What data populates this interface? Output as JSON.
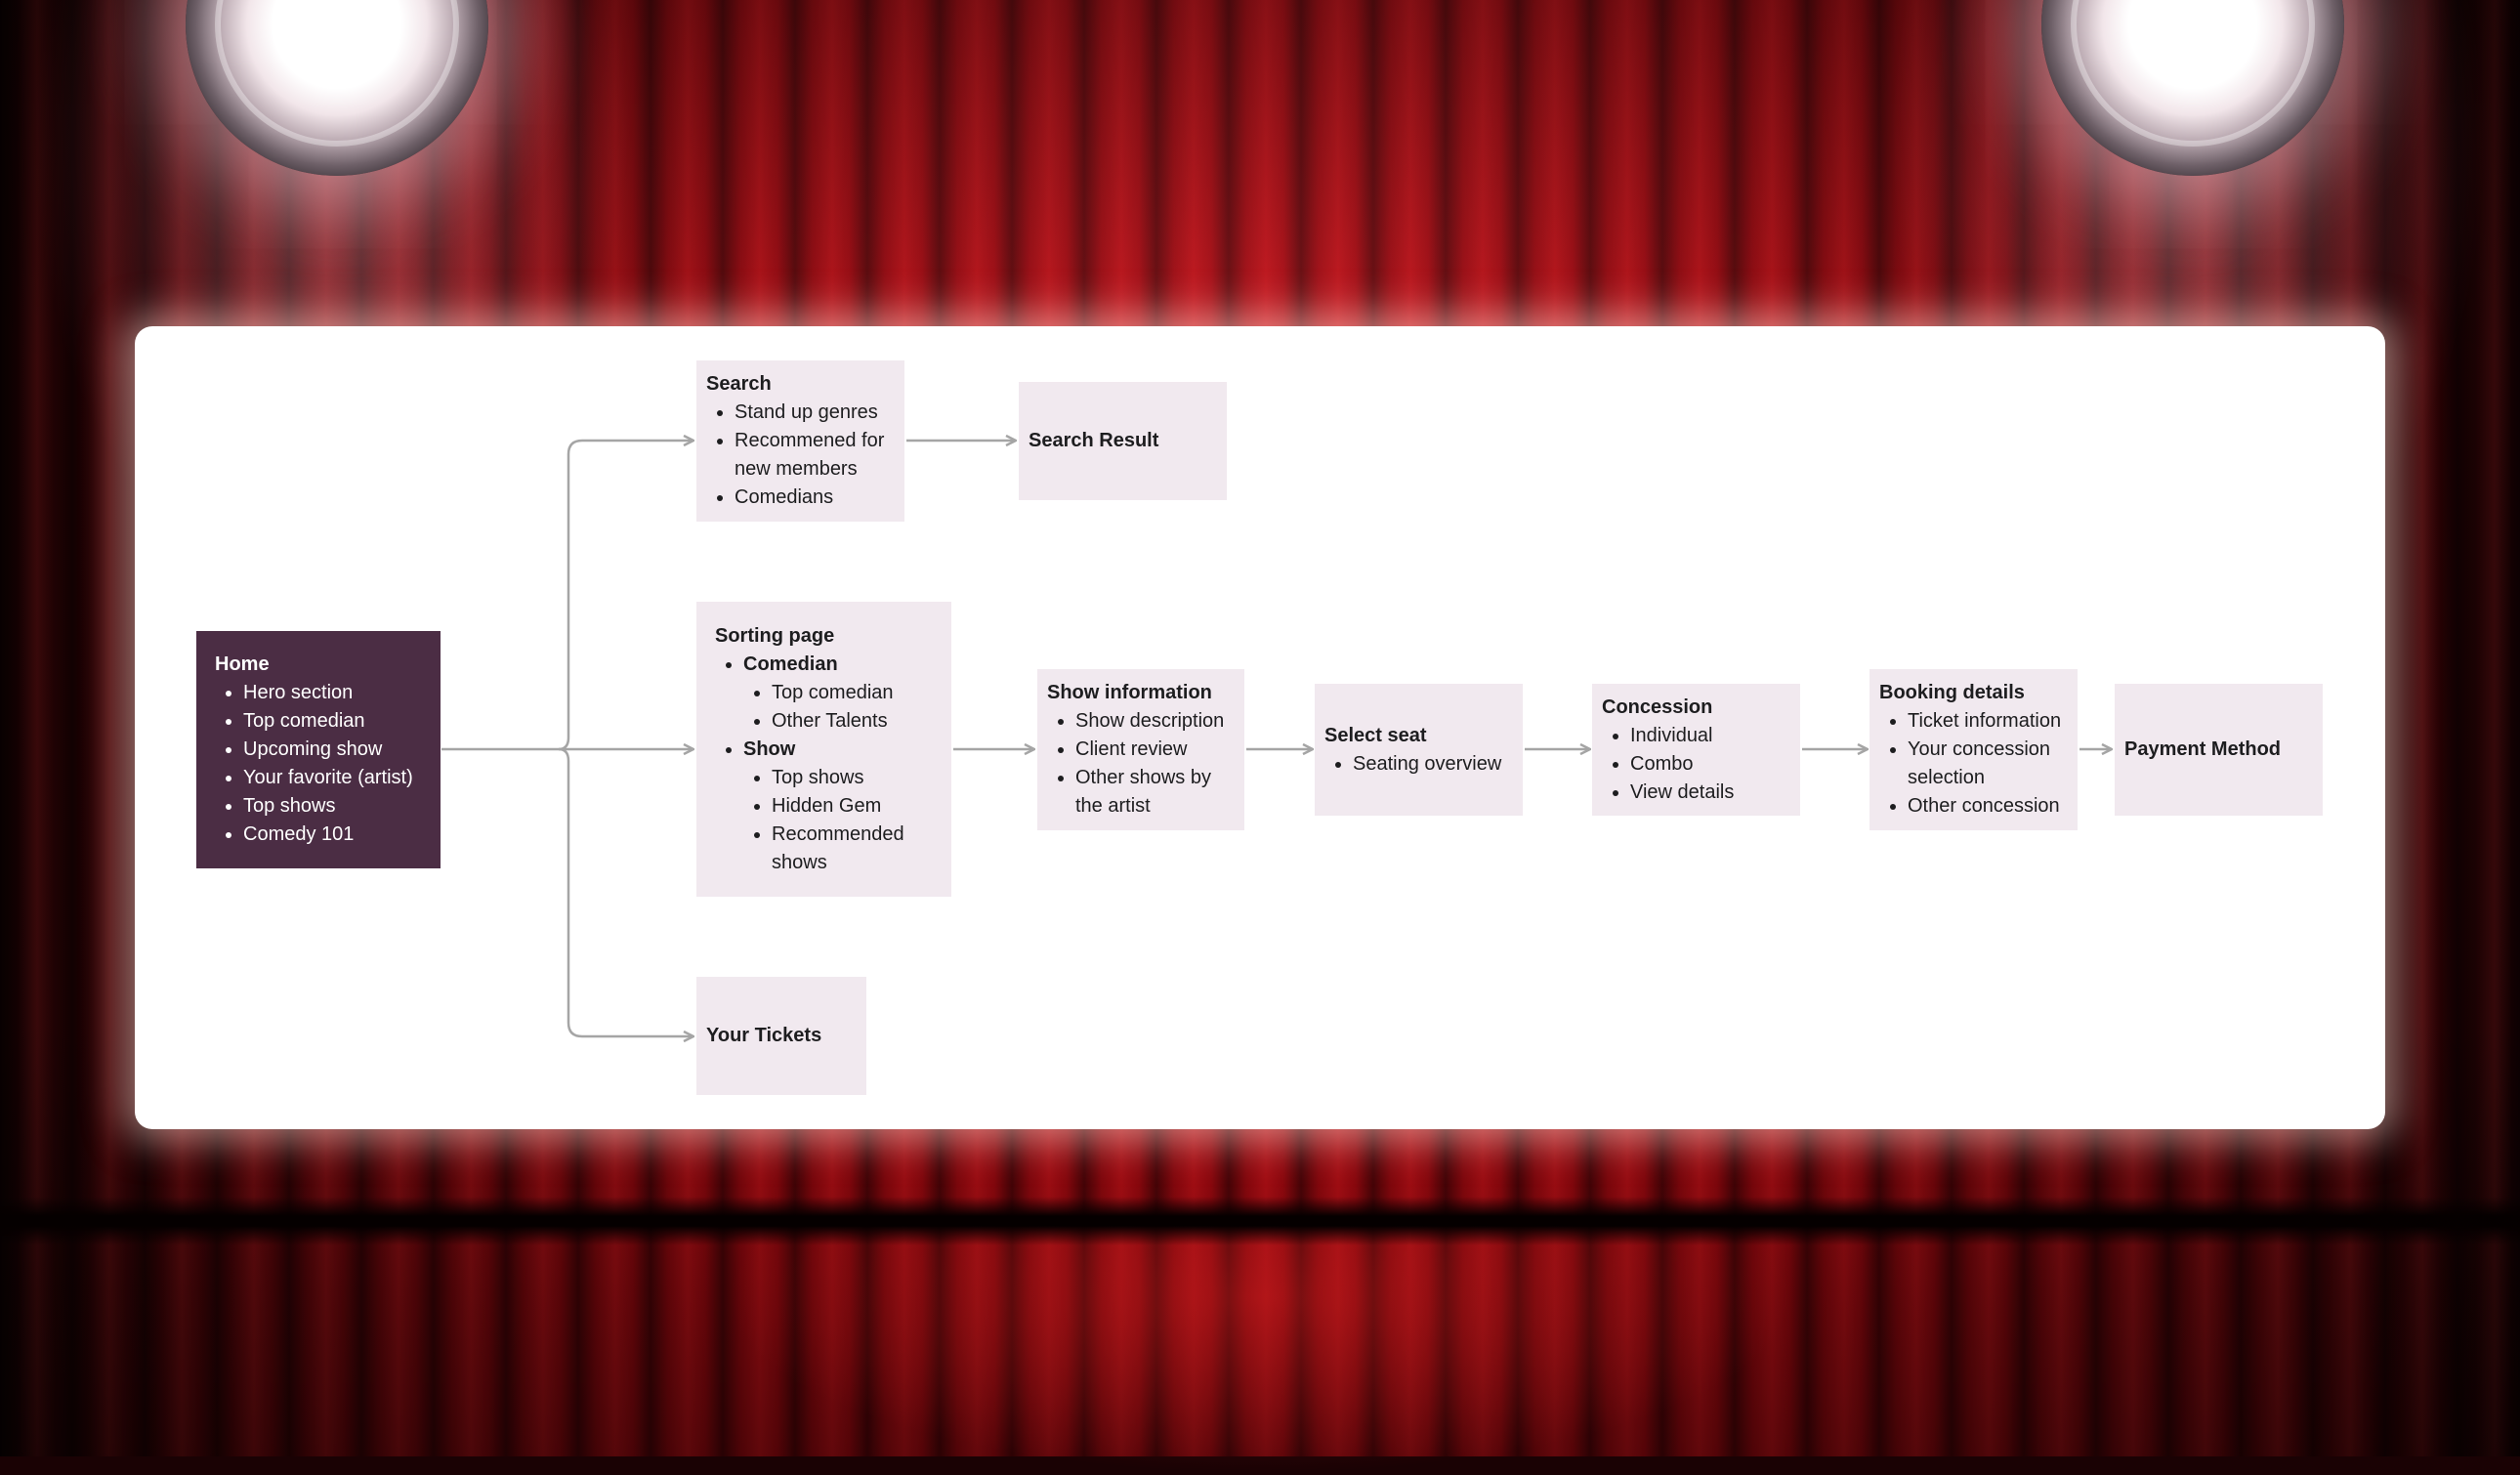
{
  "colors": {
    "board": "#ffffff",
    "node_fill": "#f1e9ef",
    "home_fill": "#4b2d44",
    "connector": "#a5a5a5",
    "curtain": "#b80a12"
  },
  "nodes": {
    "home": {
      "title": "Home",
      "items": [
        "Hero section",
        "Top comedian",
        "Upcoming show",
        "Your favorite (artist)",
        "Top shows",
        "Comedy 101"
      ]
    },
    "search": {
      "title": "Search",
      "items": [
        "Stand up genres",
        "Recommened for new members",
        "Comedians"
      ]
    },
    "search_result": {
      "title": "Search Result"
    },
    "sorting": {
      "title": "Sorting page",
      "groups": [
        {
          "label": "Comedian",
          "items": [
            "Top comedian",
            "Other Talents"
          ]
        },
        {
          "label": "Show",
          "items": [
            "Top shows",
            "Hidden Gem",
            "Recommended shows"
          ]
        }
      ]
    },
    "show_info": {
      "title": "Show information",
      "items": [
        "Show description",
        "Client review",
        "Other shows by the artist"
      ]
    },
    "select_seat": {
      "title": "Select seat",
      "items": [
        "Seating overview"
      ]
    },
    "concession": {
      "title": "Concession",
      "items": [
        "Individual",
        "Combo",
        "View details"
      ]
    },
    "booking": {
      "title": "Booking details",
      "items": [
        "Ticket information",
        "Your concession selection",
        "Other concession"
      ]
    },
    "payment": {
      "title": "Payment Method"
    },
    "tickets": {
      "title": "Your Tickets"
    }
  }
}
